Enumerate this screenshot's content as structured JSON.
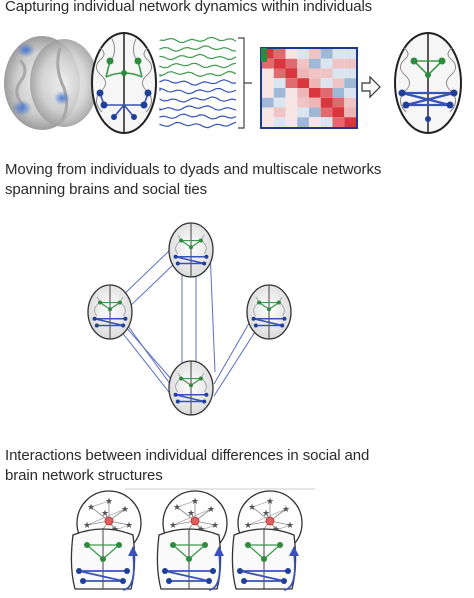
{
  "panels": [
    {
      "caption_lines": [
        "Capturing individual network dynamics within individuals"
      ]
    },
    {
      "caption_lines": [
        "Moving from individuals to dyads and multiscale networks",
        "spanning brains and social ties"
      ]
    },
    {
      "caption_lines": [
        "Interactions between individual differences in social and",
        "brain network structures"
      ]
    }
  ],
  "colors": {
    "text": "#2b2b2b",
    "node_blue": "#1f3f99",
    "node_green": "#2e8a3e",
    "edge_blue": "#3a53b8",
    "edge_green": "#3f9a4f",
    "matrix_red": "#d9363e",
    "matrix_blue": "#9fb8d6",
    "social_node": "#555555",
    "social_center": "#e06060"
  },
  "icons": [
    "brain-mri-slice",
    "brain-network",
    "time-series",
    "correlation-matrix",
    "hollow-arrow-right",
    "social-network"
  ]
}
